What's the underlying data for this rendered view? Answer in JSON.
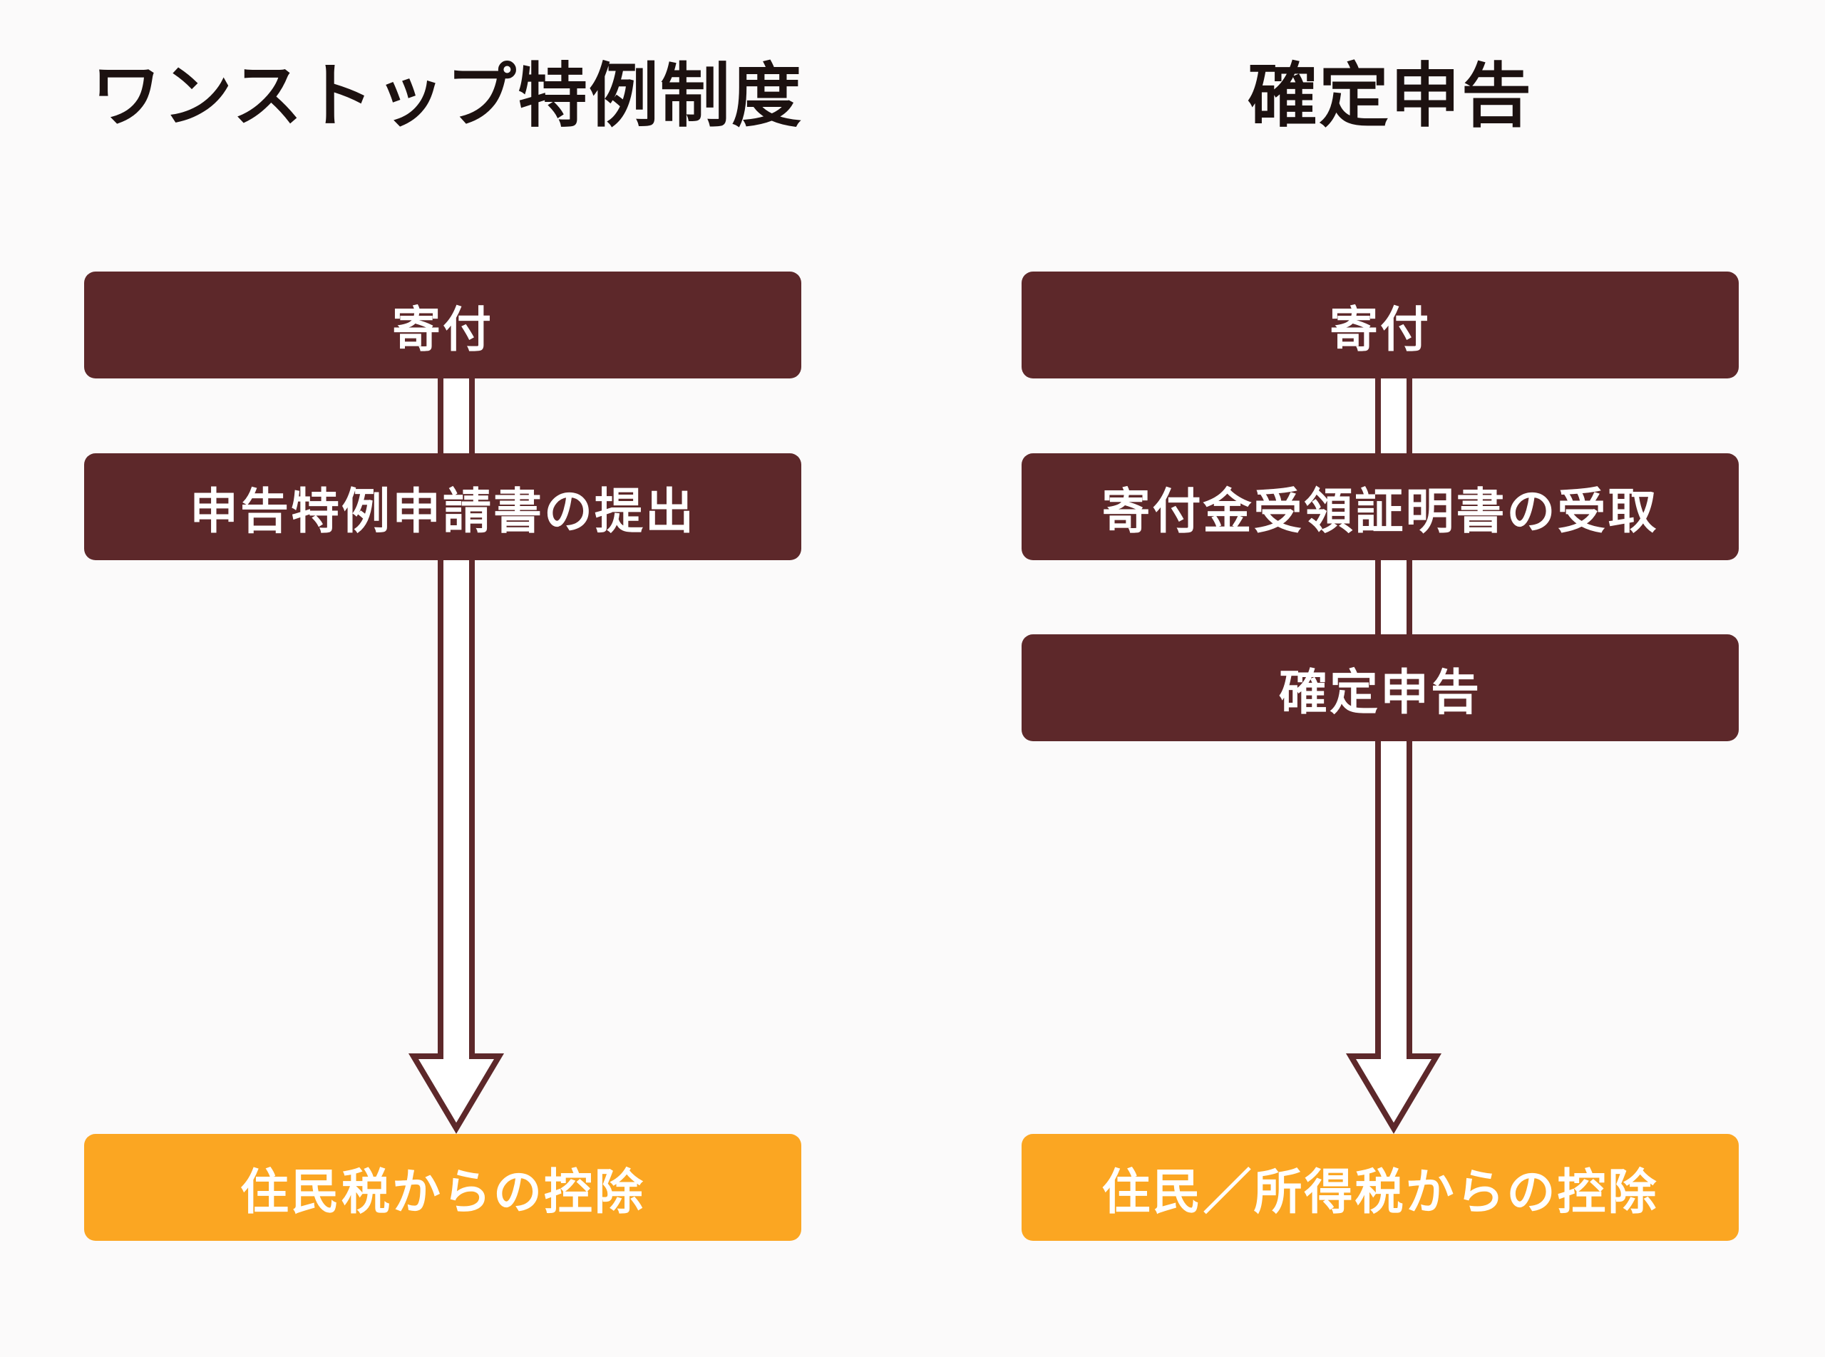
{
  "colors": {
    "step_box": "#5d282a",
    "result_box": "#fba622",
    "arrow": "#5d282a",
    "background": "#fbfafa"
  },
  "left": {
    "title": "ワンストップ特例制度",
    "steps": [
      "寄付",
      "申告特例申請書の提出"
    ],
    "result": "住民税からの控除"
  },
  "right": {
    "title": "確定申告",
    "steps": [
      "寄付",
      "寄付金受領証明書の受取",
      "確定申告"
    ],
    "result": "住民／所得税からの控除"
  },
  "icons": [
    "down-arrow-icon"
  ]
}
